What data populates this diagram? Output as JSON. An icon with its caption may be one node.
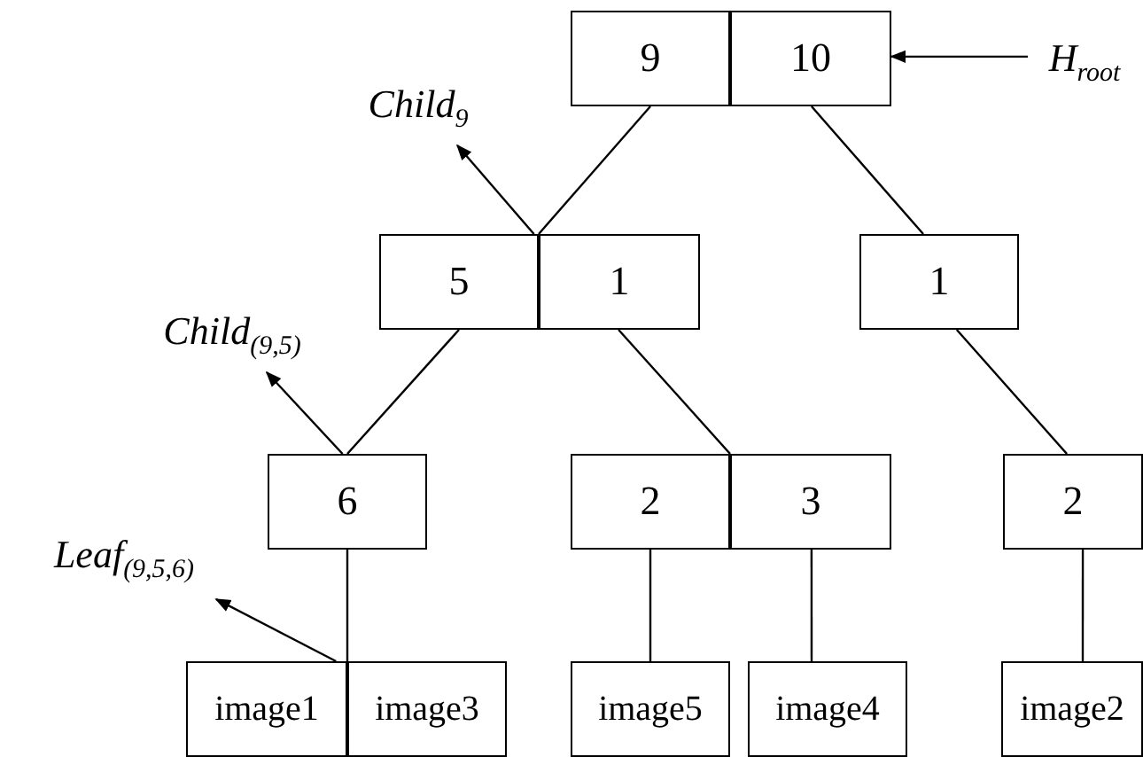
{
  "diagram": {
    "nodes": [
      {
        "text": [
          "9"
        ]
      },
      {
        "text": [
          "10"
        ]
      },
      {
        "text": [
          "H$_{root}$"
        ]
      },
      {
        "text": [
          "Child$_{9}$"
        ]
      },
      {
        "text": [
          "5"
        ]
      },
      {
        "text": [
          "1"
        ]
      },
      {
        "text": [
          "1"
        ]
      },
      {
        "text": [
          "Child$_{(9,5)}$"
        ]
      },
      {
        "text": [
          "6"
        ]
      },
      {
        "text": [
          "2"
        ]
      },
      {
        "text": [
          "3"
        ]
      },
      {
        "text": [
          "2"
        ]
      },
      {
        "text": [
          "Leaf$_{(9,5,6)}$"
        ]
      },
      {
        "text": [
          "image1"
        ]
      },
      {
        "text": [
          "image3"
        ]
      },
      {
        "text": [
          "image5"
        ]
      },
      {
        "text": [
          "image4"
        ]
      },
      {
        "text": [
          "image2"
        ]
      }
    ],
    "edges": [
      {
        "from": 0,
        "to": 4,
        "arrow": "none"
      },
      {
        "from": 1,
        "to": 6,
        "arrow": "none"
      },
      {
        "from": 4,
        "to": 8,
        "arrow": "none"
      },
      {
        "from": 5,
        "to": 9,
        "arrow": "none"
      },
      {
        "from": 6,
        "to": 11,
        "arrow": "none"
      },
      {
        "from": 8,
        "to": 13,
        "arrow": "none"
      },
      {
        "from": 9,
        "to": 15,
        "arrow": "none"
      },
      {
        "from": 10,
        "to": 16,
        "arrow": "none"
      },
      {
        "from": 11,
        "to": 17,
        "arrow": "none"
      },
      {
        "from": 2,
        "to": 1,
        "arrow": "to"
      },
      {
        "from": 4,
        "to": 3,
        "arrow": "to"
      },
      {
        "from": 8,
        "to": 7,
        "arrow": "to"
      },
      {
        "from": 13,
        "to": 12,
        "arrow": "to"
      }
    ]
  }
}
